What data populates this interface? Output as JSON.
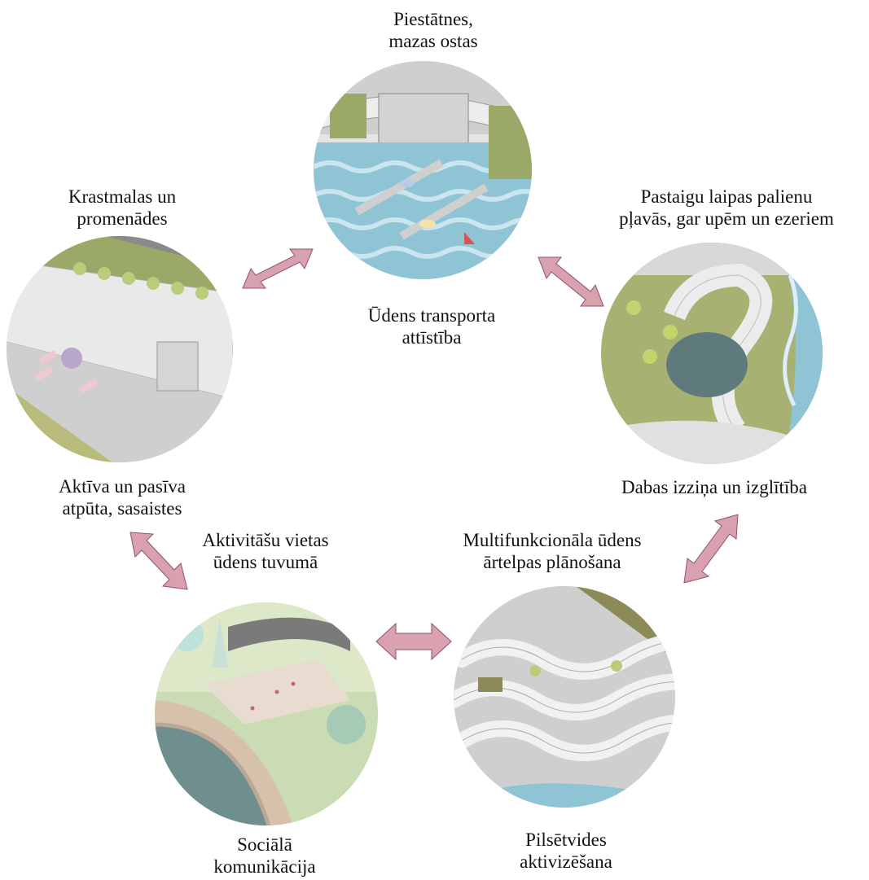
{
  "nodes": [
    {
      "id": "top",
      "title_lines": [
        "Piestātnes,",
        "mazas ostas"
      ],
      "caption_lines": [
        "Ūdens transporta",
        "attīstība"
      ],
      "illustration": "harbor-pier-illustration"
    },
    {
      "id": "left",
      "title_lines": [
        "Krastmalas un",
        "promenādes"
      ],
      "caption_lines": [
        "Aktīva un pasīva",
        "atpūta, sasaistes"
      ],
      "illustration": "promenade-illustration"
    },
    {
      "id": "right",
      "title_lines": [
        "Pastaigu laipas palienu",
        "pļavās, gar upēm un ezeriem"
      ],
      "caption_lines": [
        "Dabas izziņa un izglītība"
      ],
      "illustration": "boardwalk-illustration"
    },
    {
      "id": "bottom-left",
      "title_lines": [
        "Aktivitāšu vietas",
        "ūdens tuvumā"
      ],
      "caption_lines": [
        "Sociālā",
        "komunikācija"
      ],
      "illustration": "waterfront-plaza-illustration"
    },
    {
      "id": "bottom-right",
      "title_lines": [
        "Multifunkcionāla ūdens",
        "ārtelpas plānošana"
      ],
      "caption_lines": [
        "Pilsētvides",
        "aktivizēšana"
      ],
      "illustration": "wave-bridges-illustration"
    }
  ],
  "colors": {
    "arrow": "#d9a0ad",
    "arrow_stroke": "#8e5566",
    "water": "#8fc4d4",
    "grass": "#9aa968",
    "paving": "#d6d6d6"
  }
}
